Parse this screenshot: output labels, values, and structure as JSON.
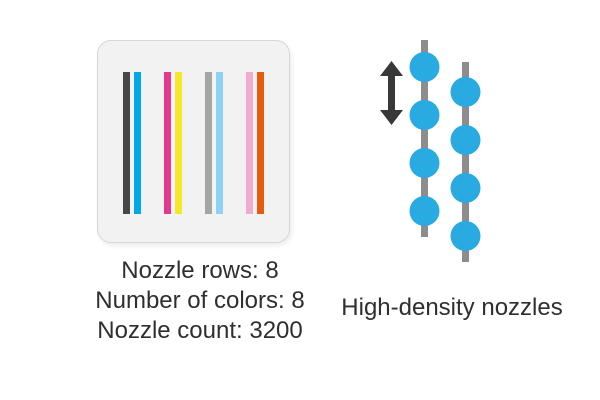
{
  "colors": {
    "canvas_bg": "#ffffff",
    "box_fill": "#f2f2f2",
    "box_border": "#d6d6d6",
    "text": "#2f2f2f",
    "nozzle_fill": "#29abe2",
    "rail_gray": "#8d8d8d",
    "arrow": "#383838"
  },
  "ink_panel": {
    "stripes": [
      {
        "name": "photo-black",
        "color": "#474747"
      },
      {
        "name": "cyan",
        "color": "#00a8e8"
      },
      {
        "name": "magenta",
        "color": "#e03a8c"
      },
      {
        "name": "yellow",
        "color": "#f5e729"
      },
      {
        "name": "gray",
        "color": "#a5a5a5"
      },
      {
        "name": "light-cyan",
        "color": "#8ed1f4"
      },
      {
        "name": "light-magenta",
        "color": "#f0aacd"
      },
      {
        "name": "orange",
        "color": "#e65c0f"
      }
    ],
    "specs": [
      "Nozzle rows: 8",
      "Number of colors: 8",
      "Nozzle count: 3200"
    ]
  },
  "nozzle_panel": {
    "caption": "High-density nozzles",
    "rails_shown": 2,
    "nozzles_per_rail_shown": 4
  }
}
